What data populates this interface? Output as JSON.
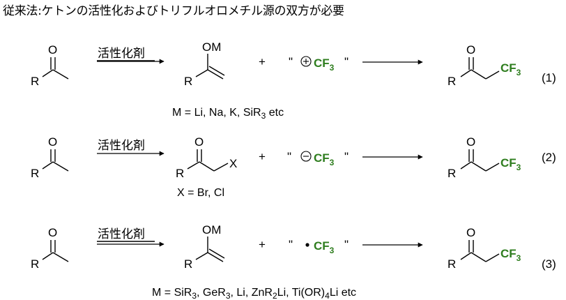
{
  "title": "従来法:ケトンの活性化およびトリフルオロメチル源の双方が必要",
  "colors": {
    "cf3": "#2E7D1E",
    "ink": "#000000"
  },
  "atoms": {
    "O": "O",
    "R": "R",
    "OM": "OM",
    "X": "X"
  },
  "cf3": {
    "main": "CF",
    "sub": "3"
  },
  "reagent": "活性化剤",
  "plus": "+",
  "quote": "\"",
  "rows": [
    {
      "label": "(1)",
      "note": {
        "parts": [
          "M = Li, Na, K, SiR",
          "3",
          " etc"
        ]
      }
    },
    {
      "label": "(2)",
      "note": {
        "parts": [
          "X = Br, Cl"
        ]
      }
    },
    {
      "label": "(3)",
      "note": {
        "parts": [
          "M = SiR",
          "3",
          ", GeR",
          "3",
          ", Li, ZnR",
          "2",
          "Li, Ti(OR)",
          "4",
          "Li etc"
        ]
      }
    }
  ],
  "species_symbols": {
    "row1": "cation-circle-plus",
    "row2": "anion-circle-minus",
    "row3": "radical-dot"
  }
}
